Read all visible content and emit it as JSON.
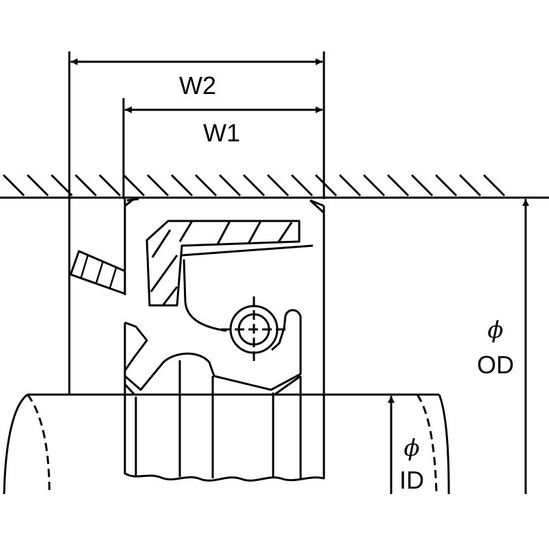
{
  "labels": {
    "w2": "W2",
    "w1": "W1",
    "od_symbol": "ϕ",
    "od": "OD",
    "id_symbol": "ϕ",
    "id": "ID"
  },
  "colors": {
    "ink": "#000000",
    "paper": "#ffffff"
  }
}
